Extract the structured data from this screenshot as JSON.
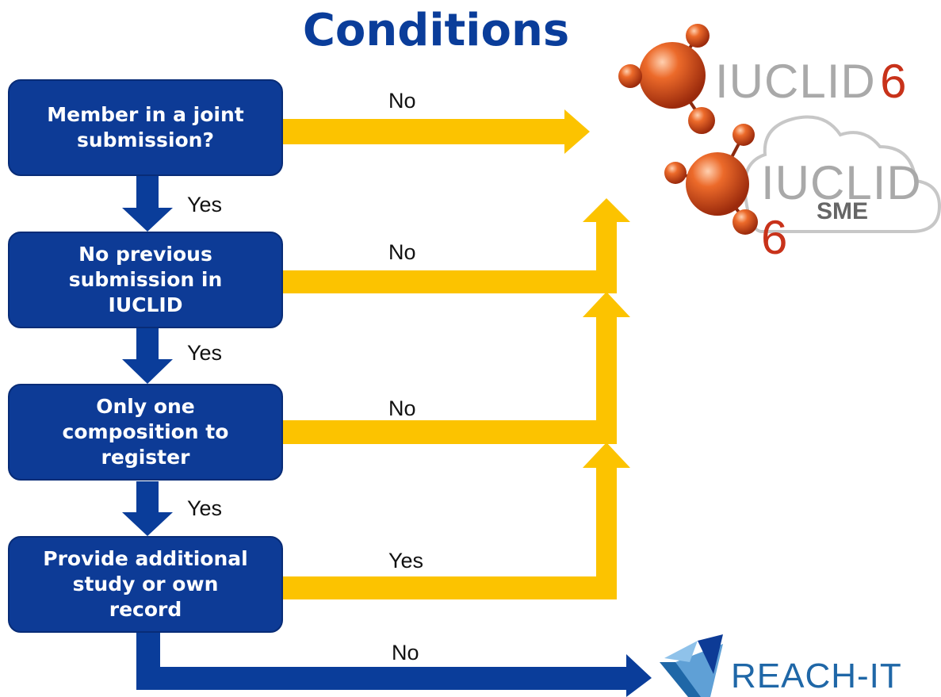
{
  "title": "Conditions",
  "steps": [
    {
      "lines": [
        "Member in a joint",
        "submission?"
      ],
      "yes_label": "Yes",
      "side_label": "No"
    },
    {
      "lines": [
        "No previous",
        "submission in",
        "IUCLID"
      ],
      "yes_label": "Yes",
      "side_label": "No"
    },
    {
      "lines": [
        "Only one",
        "composition to",
        "register"
      ],
      "yes_label": "Yes",
      "side_label": "No"
    },
    {
      "lines": [
        "Provide additional",
        "study or own",
        "record"
      ],
      "side_label": "Yes",
      "bottom_label": "No"
    }
  ],
  "logos": {
    "iuclid": {
      "name": "IUCLID",
      "version": "6",
      "icon": "molecule-icon"
    },
    "iuclid_sme": {
      "name": "IUCLID",
      "version": "6",
      "badge": "SME",
      "icon": "cloud-icon"
    },
    "reach_it": {
      "name": "REACH-IT",
      "icon": "reach-it-icon"
    }
  },
  "colors": {
    "box": "#0d3b96",
    "yellow_arrow": "#fcc300",
    "blue_arrow": "#0a3d9a",
    "iuclid_grey": "#a9a9a9",
    "iuclid_red": "#c8321a",
    "reach_blue": "#1f67a7"
  }
}
